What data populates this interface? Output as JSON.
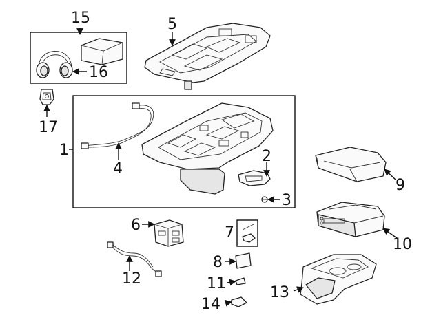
{
  "callouts": {
    "c1": "1",
    "c2": "2",
    "c3": "3",
    "c4": "4",
    "c5": "5",
    "c6": "6",
    "c7": "7",
    "c8": "8",
    "c9": "9",
    "c10": "10",
    "c11": "11",
    "c12": "12",
    "c13": "13",
    "c14": "14",
    "c15": "15",
    "c16": "16",
    "c17": "17"
  },
  "colors": {
    "line": "#111111",
    "fill": "#fafafa",
    "shade": "#e6e6e6"
  }
}
